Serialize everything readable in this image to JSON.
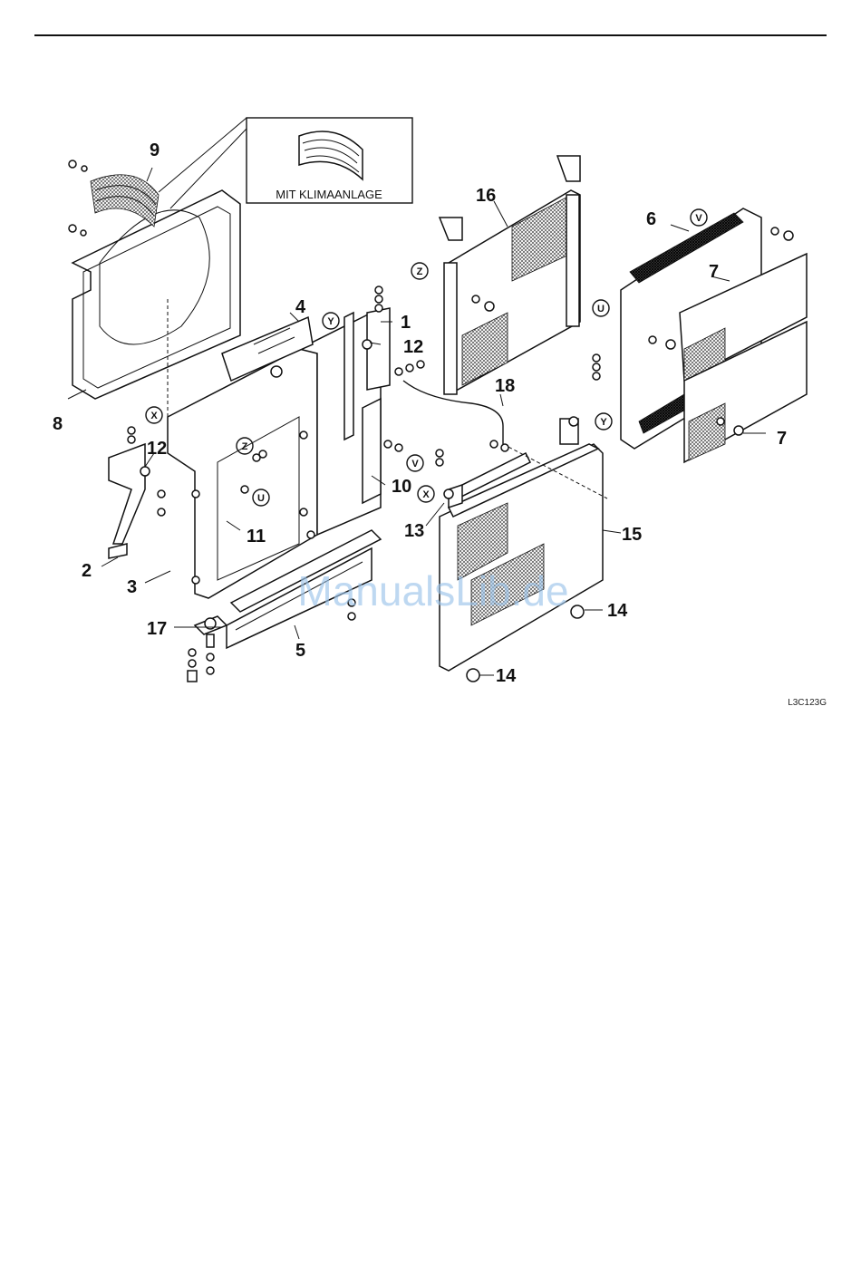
{
  "inset": {
    "caption": "MIT KLIMAANLAGE"
  },
  "callouts": {
    "c1": "1",
    "c2": "2",
    "c3": "3",
    "c4": "4",
    "c5": "5",
    "c6": "6",
    "c7a": "7",
    "c7b": "7",
    "c8": "8",
    "c9": "9",
    "c10": "10",
    "c11": "11",
    "c12a": "12",
    "c12b": "12",
    "c13": "13",
    "c14a": "14",
    "c14b": "14",
    "c15": "15",
    "c16": "16",
    "c17": "17",
    "c18": "18"
  },
  "reference_marks": {
    "x1": "X",
    "x2": "X",
    "y1": "Y",
    "y2": "Y",
    "z1": "Z",
    "z2": "Z",
    "u1": "U",
    "u2": "U",
    "v1": "V",
    "v2": "V"
  },
  "figure_code": "L3C123G",
  "watermark": "ManualsLib.de"
}
